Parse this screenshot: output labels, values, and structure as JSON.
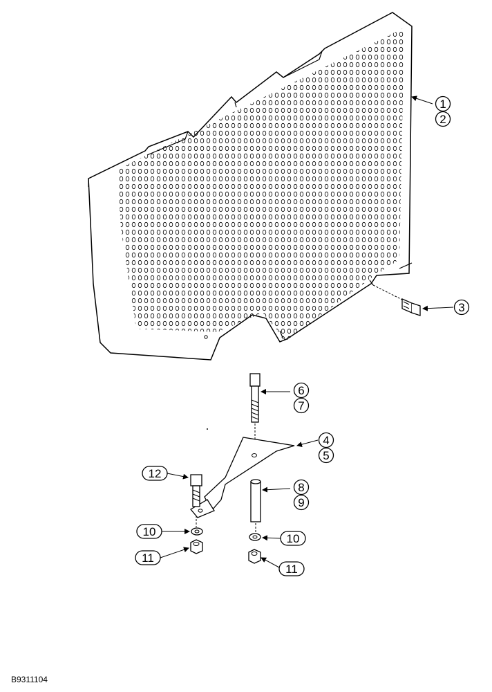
{
  "figure_id": "B9311104",
  "callouts": {
    "c1": "1",
    "c2": "2",
    "c3": "3",
    "c4": "4",
    "c5": "5",
    "c6": "6",
    "c7": "7",
    "c8": "8",
    "c9": "9",
    "c10a": "10",
    "c10b": "10",
    "c11a": "11",
    "c11b": "11",
    "c12": "12"
  }
}
